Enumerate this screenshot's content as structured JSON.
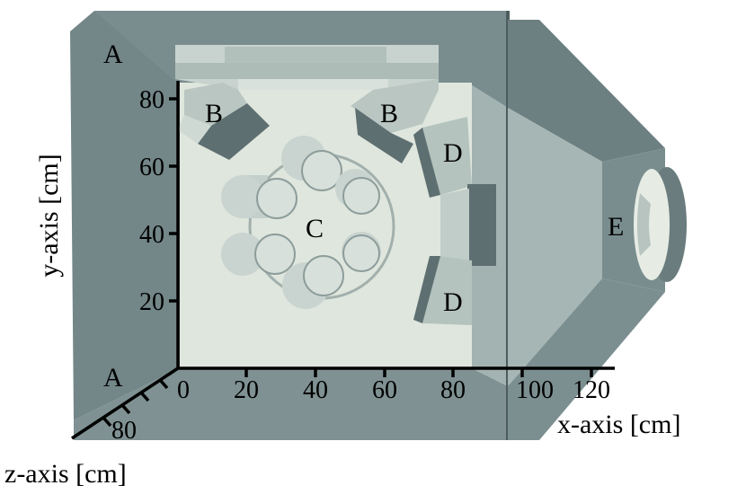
{
  "axes": {
    "x": {
      "title": "x-axis [cm]",
      "ticks": [
        "0",
        "20",
        "40",
        "60",
        "80",
        "100",
        "120"
      ]
    },
    "y": {
      "title": "y-axis [cm]",
      "ticks": [
        "20",
        "40",
        "60",
        "80"
      ]
    },
    "z": {
      "title": "z-axis [cm]",
      "ticks": [
        "80"
      ]
    }
  },
  "regions": {
    "A_top": "A",
    "A_bottom": "A",
    "B_left": "B",
    "B_right": "B",
    "C": "C",
    "D_top": "D",
    "D_bottom": "D",
    "E": "E"
  },
  "colors": {
    "housing_dark": "#6f8385",
    "housing_mid": "#8a9c9d",
    "floor_light": "#dde5db",
    "panel_light": "#b8c6c3",
    "block_dark": "#5a6b6d",
    "axis": "#000000"
  }
}
